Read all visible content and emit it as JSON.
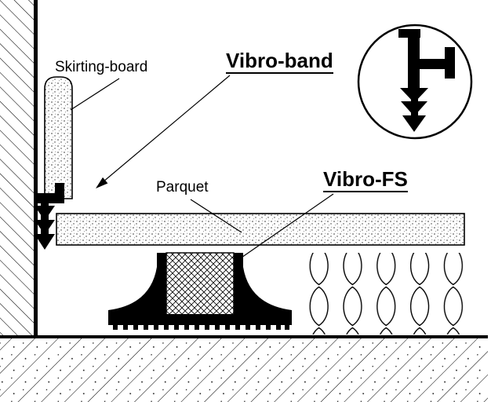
{
  "diagram": {
    "title_context": "floating floor acoustic detail",
    "labels": {
      "skirting_board": "Skirting-board",
      "vibro_band": "Vibro-band",
      "parquet": "Parquet",
      "vibro_fs": "Vibro-FS"
    },
    "colors": {
      "line": "#000000",
      "background": "#ffffff"
    }
  }
}
